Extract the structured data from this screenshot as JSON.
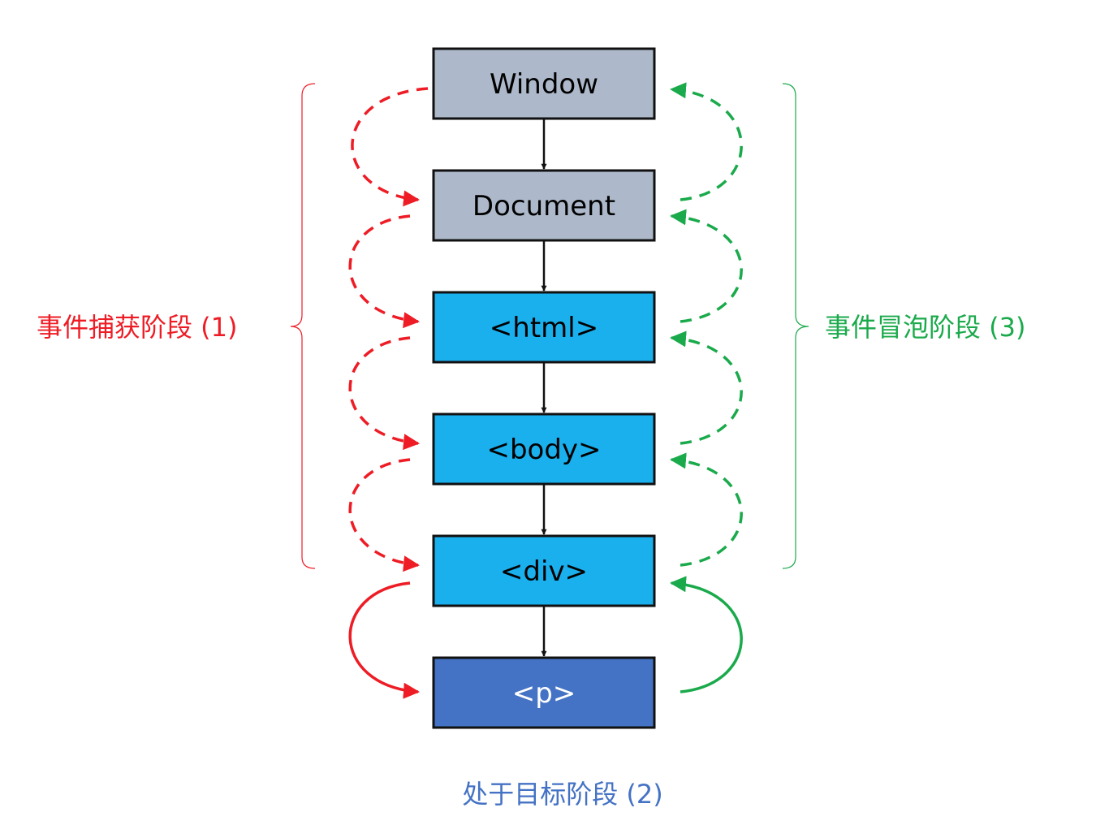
{
  "nodes": [
    {
      "id": "window",
      "label": "Window",
      "fill": "#adb9ca",
      "text_color": "#000000"
    },
    {
      "id": "document",
      "label": "Document",
      "fill": "#adb9ca",
      "text_color": "#000000"
    },
    {
      "id": "html",
      "label": "<html>",
      "fill": "#1ab0ee",
      "text_color": "#000000"
    },
    {
      "id": "body",
      "label": "<body>",
      "fill": "#1ab0ee",
      "text_color": "#000000"
    },
    {
      "id": "div",
      "label": "<div>",
      "fill": "#1ab0ee",
      "text_color": "#000000"
    },
    {
      "id": "p",
      "label": "<p>",
      "fill": "#4472c4",
      "text_color": "#ffffff"
    }
  ],
  "phases": {
    "capture": {
      "label": "事件捕获阶段 (1)",
      "color": "#ee1c25"
    },
    "target": {
      "label": "处于目标阶段 (2)",
      "color": "#4472c4"
    },
    "bubble": {
      "label": "事件冒泡阶段 (3)",
      "color": "#1aaa4b"
    }
  }
}
